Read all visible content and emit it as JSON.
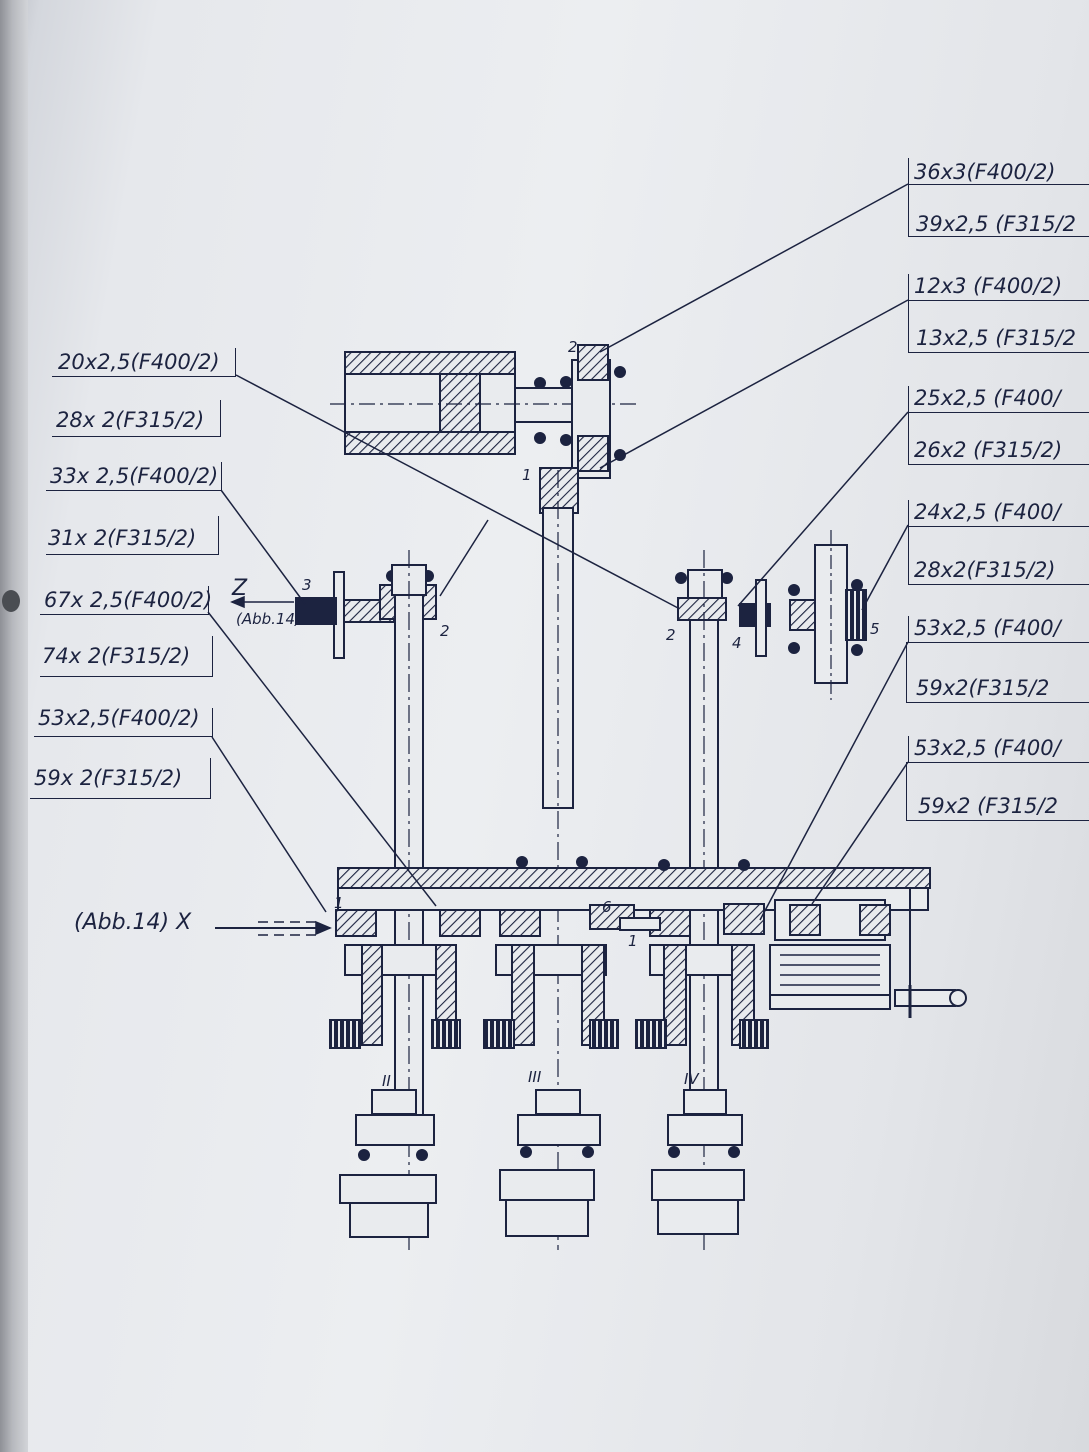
{
  "left_labels": [
    {
      "id": "l1",
      "top": "20x2,5(F400/2)",
      "bottom": "28x 2(F315/2)"
    },
    {
      "id": "l2",
      "top": "33x 2,5(F400/2)",
      "bottom": "31x 2(F315/2)"
    },
    {
      "id": "l3",
      "top": "67x 2,5(F400/2)",
      "bottom": "74x 2(F315/2)"
    },
    {
      "id": "l4",
      "top": "53x2,5(F400/2)",
      "bottom": "59x 2(F315/2)"
    }
  ],
  "right_labels": [
    {
      "id": "r1",
      "top": "36x3(F400/2)",
      "bottom": "39x2,5 (F315/2"
    },
    {
      "id": "r2",
      "top": "12x3 (F400/2)",
      "bottom": "13x2,5 (F315/2"
    },
    {
      "id": "r3",
      "top": "25x2,5 (F400/",
      "bottom": "26x2 (F315/2)"
    },
    {
      "id": "r4",
      "top": "24x2,5 (F400/",
      "bottom": "28x2(F315/2)"
    },
    {
      "id": "r5",
      "top": "53x2,5 (F400/",
      "bottom": "59x2(F315/2"
    },
    {
      "id": "r6",
      "top": "53x2,5 (F400/",
      "bottom": "59x2 (F315/2"
    }
  ],
  "callouts": {
    "x_arrow": "(Abb.14) X",
    "z_arrow": "Z",
    "z_ref": "(Abb.14)"
  },
  "part_numbers": {
    "n1a": "1",
    "n1b": "1",
    "n1c": "1",
    "n2a": "2",
    "n2b": "2",
    "n2c": "2",
    "n3": "3",
    "n4": "4",
    "n5": "5",
    "n6": "6"
  },
  "shaft_numbers": {
    "s2": "II",
    "s3": "III",
    "s4": "IV"
  }
}
